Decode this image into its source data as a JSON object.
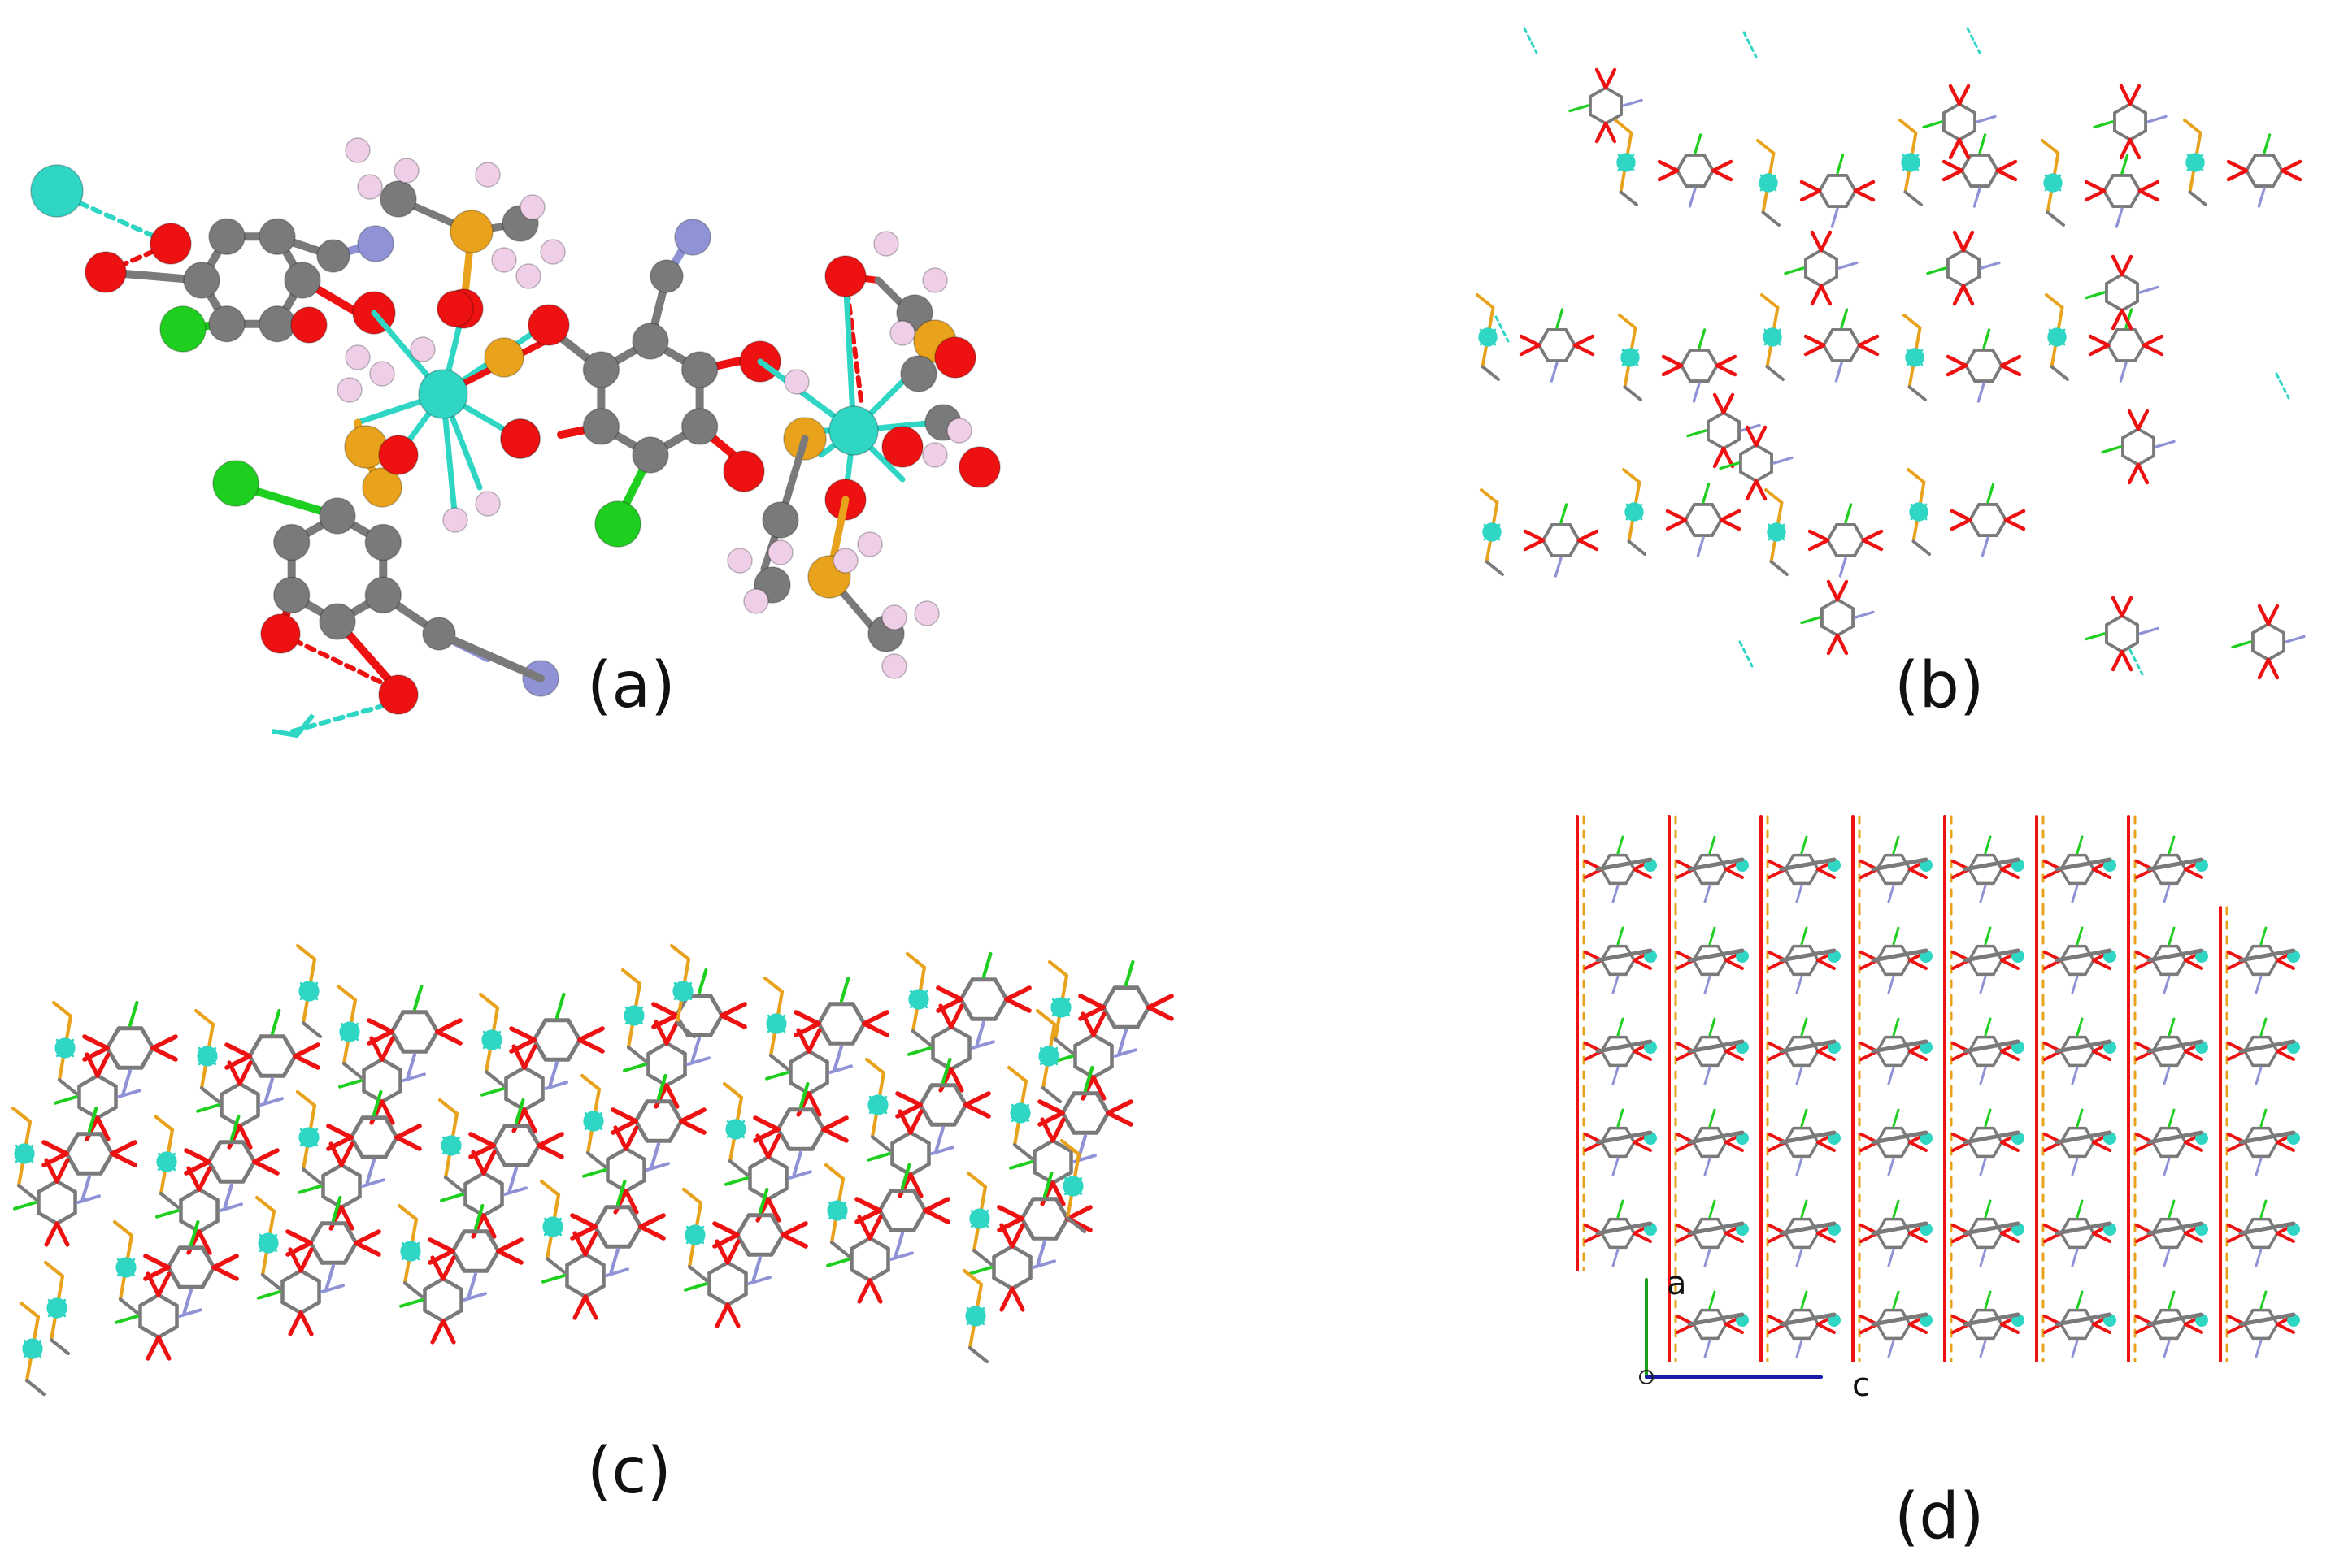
{
  "panels": [
    {
      "id": "a",
      "label": "(a)",
      "view": "asymmetric unit ball-and-stick"
    },
    {
      "id": "b",
      "label": "(b)",
      "view": "2D layer"
    },
    {
      "id": "c",
      "label": "(c)",
      "view": "packing side view"
    },
    {
      "id": "d",
      "label": "(d)",
      "view": "packing along b"
    }
  ],
  "axes": {
    "a": "a",
    "c": "c"
  },
  "colors": {
    "carbon": "#7a7a7a",
    "oxygen": "#ee1111",
    "metal": "#2fd6c4",
    "sulfur": "#e8a21c",
    "chlorine": "#1fcf1f",
    "nitrogen": "#8f93d6",
    "hydrogen": "#efcfe8",
    "axis_a": "#1a9e1a",
    "axis_c": "#1a1aa8"
  }
}
